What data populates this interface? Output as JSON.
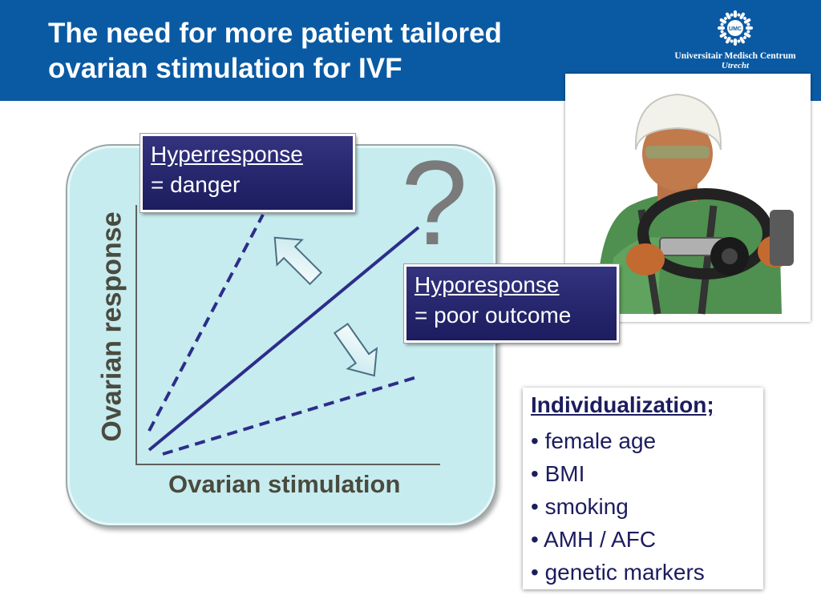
{
  "title": {
    "line1": "The need for more patient tailored",
    "line2": "ovarian stimulation for IVF"
  },
  "logo": {
    "emblem_text": "UMC",
    "organization": "Universitair Medisch Centrum",
    "city": "Utrecht"
  },
  "diagram": {
    "y_axis_label": "Ovarian response",
    "x_axis_label": "Ovarian stimulation",
    "question_mark": "?",
    "hyper": {
      "head": "Hyperresponse",
      "sub": "= danger"
    },
    "hypo": {
      "head": "Hyporesponse",
      "sub": "= poor outcome"
    },
    "lines": [
      {
        "name": "normal-response",
        "style": "solid"
      },
      {
        "name": "hyperresponse",
        "style": "dashed"
      },
      {
        "name": "hyporesponse",
        "style": "dashed"
      }
    ]
  },
  "individualization": {
    "title": "Individualization;",
    "items": [
      "female age",
      "BMI",
      "smoking",
      "AMH / AFC",
      "genetic markers"
    ]
  },
  "colors": {
    "header_bg": "#0a5aa3",
    "navy": "#1c1c5f",
    "panel": "#c6ecef",
    "line": "#2d2d8a",
    "axis_text": "#4a4a3e"
  }
}
